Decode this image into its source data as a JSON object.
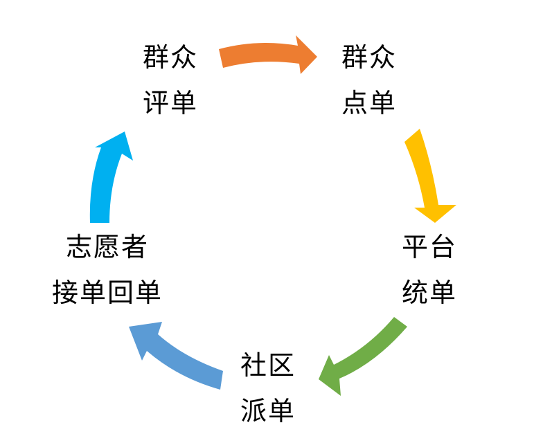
{
  "diagram": {
    "nodes": [
      {
        "id": "crowd-review",
        "lines": [
          "群众",
          "评单"
        ]
      },
      {
        "id": "crowd-order",
        "lines": [
          "群众",
          "点单"
        ]
      },
      {
        "id": "platform-dispatch",
        "lines": [
          "平台",
          "统单"
        ]
      },
      {
        "id": "community-assign",
        "lines": [
          "社区",
          "派单"
        ]
      },
      {
        "id": "volunteer-accept",
        "lines": [
          "志愿者",
          "接单回单"
        ]
      }
    ],
    "arrows": [
      {
        "from": "crowd-review",
        "to": "crowd-order",
        "color": "#ED7D31"
      },
      {
        "from": "crowd-order",
        "to": "platform-dispatch",
        "color": "#FFC000"
      },
      {
        "from": "platform-dispatch",
        "to": "community-assign",
        "color": "#70AD47"
      },
      {
        "from": "community-assign",
        "to": "volunteer-accept",
        "color": "#5B9BD5"
      },
      {
        "from": "volunteer-accept",
        "to": "crowd-review",
        "color": "#00B0F0"
      }
    ]
  }
}
